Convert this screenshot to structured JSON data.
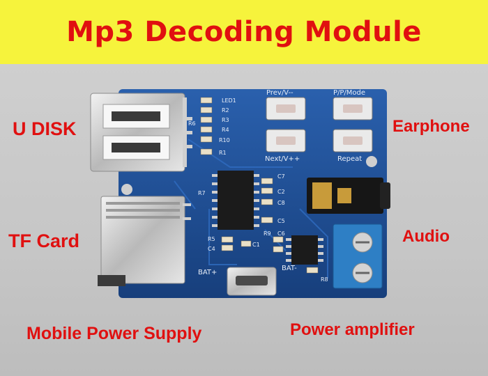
{
  "banner": {
    "title": "Mp3 Decoding Module"
  },
  "labels": {
    "u_disk": "U DISK",
    "tf_card": "TF Card",
    "earphone": "Earphone",
    "audio": "Audio",
    "mobile_power": "Mobile Power Supply",
    "power_amp": "Power amplifier"
  },
  "silkscreen": {
    "prev": "Prev/V--",
    "ppmode": "P/P/Mode",
    "next": "Next/V++",
    "repeat": "Repeat",
    "led1": "LED1",
    "r2": "R2",
    "r3": "R3",
    "r4": "R4",
    "r6": "R6",
    "r10": "R10",
    "r1": "R1",
    "r7": "R7",
    "c7": "C7",
    "c2": "C2",
    "c8": "C8",
    "c5": "C5",
    "r5": "R5",
    "c4": "C4",
    "c1": "C1",
    "r9": "R9",
    "c6": "C6",
    "r8": "R8",
    "bat_plus": "BAT+",
    "bat_minus": "BAT-"
  },
  "colors": {
    "banner_bg": "#f6f33c",
    "label_red": "#e01010",
    "pcb_blue": "#1d4f97"
  }
}
